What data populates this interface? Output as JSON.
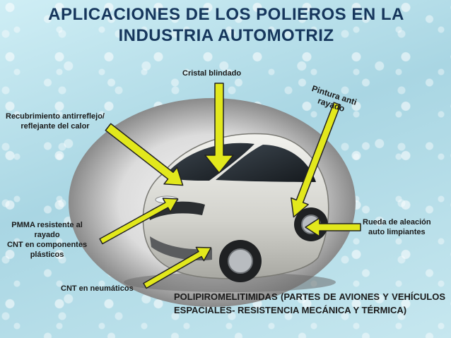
{
  "title": {
    "line1": "APLICACIONES DE LOS POLIEROS EN LA",
    "line2": "INDUSTRIA  AUTOMOTRIZ"
  },
  "labels": {
    "cristal": "Cristal blindado",
    "pintura": [
      "Pintura anti",
      "rayado"
    ],
    "recubrimiento": [
      "Recubrimiento antirreflejo/",
      "reflejante del calor"
    ],
    "pmma": [
      "PMMA resistente al",
      "rayado",
      "CNT en componentes",
      "plásticos"
    ],
    "rueda": [
      "Rueda de aleación",
      "auto limpiantes"
    ],
    "cnt_neumaticos": "CNT en neumáticos"
  },
  "bottom_text": "POLIPIROMELITIMIDAS (PARTES DE AVIONES Y VEHÍCULOS ESPACIALES- RESISTENCIA MECÁNICA Y TÉRMICA)",
  "colors": {
    "title": "#16365c",
    "arrow_fill": "#e2e81c",
    "arrow_stroke": "#222222",
    "ellipse": "#8a8a8a"
  }
}
